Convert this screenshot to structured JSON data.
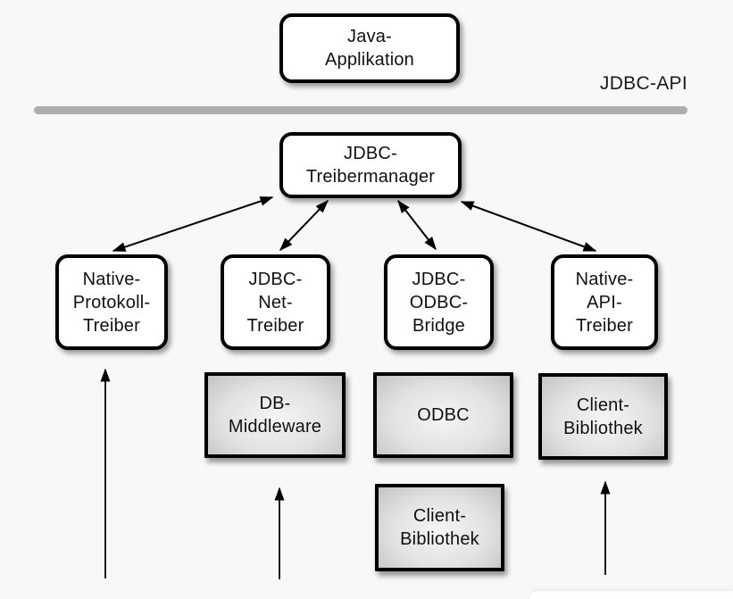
{
  "api_label": "JDBC-API",
  "nodes": {
    "java_application": {
      "lines": [
        "Java-",
        "Applikation"
      ]
    },
    "jdbc_treibermanager": {
      "lines": [
        "JDBC-",
        "Treibermanager"
      ]
    },
    "native_protokoll_treiber": {
      "lines": [
        "Native-",
        "Protokoll-",
        "Treiber"
      ]
    },
    "jdbc_net_treiber": {
      "lines": [
        "JDBC-",
        "Net-",
        "Treiber"
      ]
    },
    "jdbc_odbc_bridge": {
      "lines": [
        "JDBC-",
        "ODBC-",
        "Bridge"
      ]
    },
    "native_api_treiber": {
      "lines": [
        "Native-",
        "API-",
        "Treiber"
      ]
    },
    "db_middleware": {
      "lines": [
        "DB-",
        "Middleware"
      ]
    },
    "odbc": {
      "lines": [
        "ODBC"
      ]
    },
    "client_bibliothek_mitte": {
      "lines": [
        "Client-",
        "Bibliothek"
      ]
    },
    "client_bibliothek_rechts": {
      "lines": [
        "Client-",
        "Bibliothek"
      ]
    }
  },
  "connections": [
    {
      "from": "jdbc_treibermanager",
      "to": "native_protokoll_treiber",
      "bidirectional": true
    },
    {
      "from": "jdbc_treibermanager",
      "to": "jdbc_net_treiber",
      "bidirectional": true
    },
    {
      "from": "jdbc_treibermanager",
      "to": "jdbc_odbc_bridge",
      "bidirectional": true
    },
    {
      "from": "jdbc_treibermanager",
      "to": "native_api_treiber",
      "bidirectional": true
    },
    {
      "from": "bottom",
      "to": "native_protokoll_treiber",
      "bidirectional": false
    },
    {
      "from": "bottom",
      "to": "db_middleware",
      "bidirectional": false
    },
    {
      "from": "bottom",
      "to": "client_bibliothek_rechts",
      "bidirectional": false
    }
  ],
  "colors": {
    "background": "#f8f8f8",
    "box_fill": "#ffffff",
    "box_border": "#000000",
    "divider_bar": "#aeaeb0",
    "gray_box_center": "#f5f5f5",
    "gray_box_edge": "#c3c3c3",
    "arrow": "#000000"
  }
}
